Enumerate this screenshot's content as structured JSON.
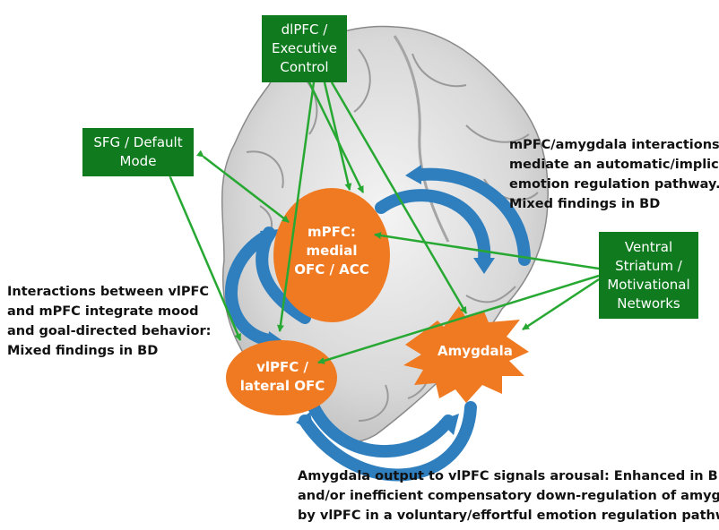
{
  "colors": {
    "box_fill": "#0f7a1e",
    "node_fill": "#f07a22",
    "green_arrow": "#27a832",
    "blue_arrow": "#2f7fbf",
    "brain_fill": "#dcdcdc"
  },
  "nodes": {
    "dlpfc": {
      "lines": [
        "dlPFC /",
        "Executive",
        "Control"
      ]
    },
    "sfg": {
      "lines": [
        "SFG / Default",
        "Mode"
      ]
    },
    "ventral": {
      "lines": [
        "Ventral",
        "Striatum /",
        "Motivational",
        "Networks"
      ]
    },
    "mpfc": {
      "lines": [
        "mPFC:",
        "medial",
        "OFC / ACC"
      ]
    },
    "vlpfc": {
      "lines": [
        "vlPFC /",
        "lateral OFC"
      ]
    },
    "amygdala": {
      "label": "Amygdala"
    }
  },
  "annotations": {
    "top_right": [
      "mPFC/amygdala interactions",
      "mediate an automatic/implicit",
      "emotion regulation pathway.",
      "Mixed findings in BD"
    ],
    "left": [
      "Interactions between vlPFC",
      "and mPFC integrate mood",
      "and goal-directed behavior:",
      "Mixed findings in BD"
    ],
    "bottom": [
      "Amygdala output to vlPFC signals arousal: Enhanced in BD",
      "and/or inefficient compensatory down-regulation of amygdala",
      "by vlPFC in a voluntary/effortful emotion regulation pathway"
    ]
  }
}
